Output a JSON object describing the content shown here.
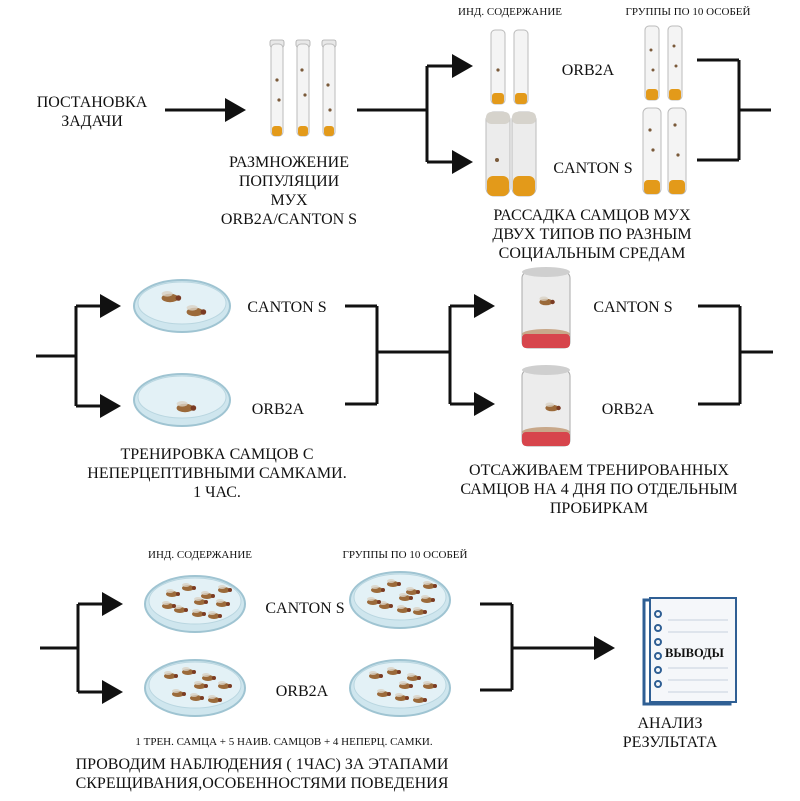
{
  "row1": {
    "task": "ПОСТАНОВКА\nЗАДАЧИ",
    "breeding": "РАЗМНОЖЕНИЕ\nПОПУЛЯЦИИ\nМУХ\nORB2A/CANTON S",
    "ind_header": "ИНД. СОДЕРЖАНИЕ",
    "group_header": "ГРУППЫ ПО 10 ОСОБЕЙ",
    "orb2a": "ORB2A",
    "canton": "CANTON S",
    "seating": "РАССАДКА САМЦОВ МУХ\nДВУХ ТИПОВ ПО РАЗНЫМ\nСОЦИАЛЬНЫМ СРЕДАМ"
  },
  "row2": {
    "canton_1": "CANTON S",
    "orb2a_1": "ORB2A",
    "training": "ТРЕНИРОВКА САМЦОВ С\nНЕПЕРЦЕПТИВНЫМИ САМКАМИ.\n1 ЧАС.",
    "canton_2": "CANTON S",
    "orb2a_2": "ORB2A",
    "isolate": "ОТСАЖИВАЕМ ТРЕНИРОВАННЫХ\nСАМЦОВ НА 4 ДНЯ ПО ОТДЕЛЬНЫМ\nПРОБИРКАМ"
  },
  "row3": {
    "ind_header": "ИНД. СОДЕРЖАНИЕ",
    "group_header": "ГРУППЫ ПО 10 ОСОБЕЙ",
    "canton": "CANTON S",
    "orb2a": "ORB2A",
    "composition": "1 ТРЕН. САМЦА + 5 НАИВ. САМЦОВ + 4 НЕПЕРЦ. САМКИ.",
    "observe": "ПРОВОДИМ НАБЛЮДЕНИЯ ( 1ЧАС) ЗА ЭТАПАМИ\nСКРЕЩИВАНИЯ,ОСОБЕННОСТЯМИ ПОВЕДЕНИЯ",
    "notebook_label": "ВЫВОДЫ",
    "analysis": "АНАЛИЗ\nРЕЗУЛЬТАТА"
  },
  "colors": {
    "line": "#111111",
    "food": "#e39a1a",
    "dish": "#cfe6ee",
    "dish_rim": "#9fc4d2",
    "fly": "#9b6a3a",
    "vial_red": "#d7454c",
    "vial_food": "#c8a88a",
    "notebook": "#2f5f94"
  }
}
